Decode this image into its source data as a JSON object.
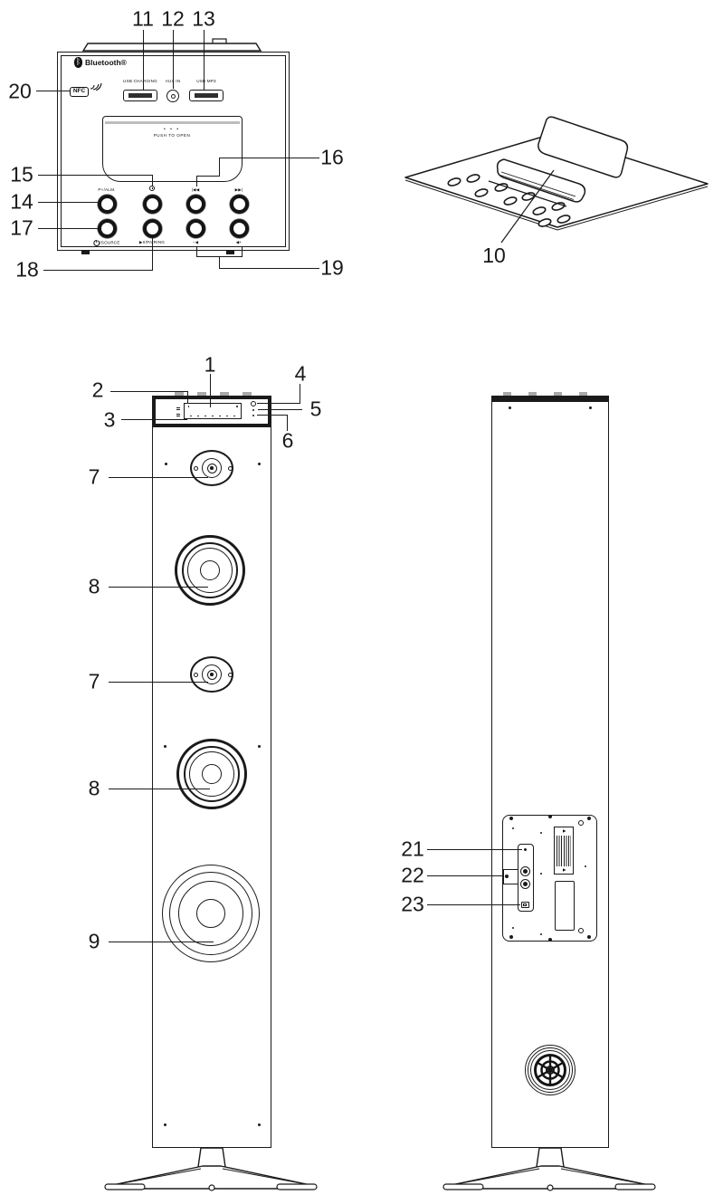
{
  "ink": "#1a1a1a",
  "unit": {
    "bluetooth": "Bluetooth®",
    "nfc": "NFC",
    "usb_charging": "USB CHARGING",
    "aux_in": "AUX IN",
    "usb_mp3": "USB MP3",
    "door_dots": "•  •  •",
    "door_label": "PUSH TO OPEN",
    "btn_preset_alarm": "P+/ALM.",
    "btn_skip_back": "|◀◀",
    "btn_skip_fwd": "▶▶|",
    "btn_source": "/SOURCE",
    "btn_play_pairing": "▶II/PAIRING",
    "btn_vol_down": "−◀",
    "btn_vol_up": "◀+"
  },
  "callouts": {
    "n1": "1",
    "n2": "2",
    "n3": "3",
    "n4": "4",
    "n5": "5",
    "n6": "6",
    "n7": "7",
    "n8": "8",
    "n9": "9",
    "n10": "10",
    "n11": "11",
    "n12": "12",
    "n13": "13",
    "n14": "14",
    "n15": "15",
    "n16": "16",
    "n17": "17",
    "n18": "18",
    "n19": "19",
    "n20": "20",
    "n21": "21",
    "n22": "22",
    "n23": "23"
  }
}
